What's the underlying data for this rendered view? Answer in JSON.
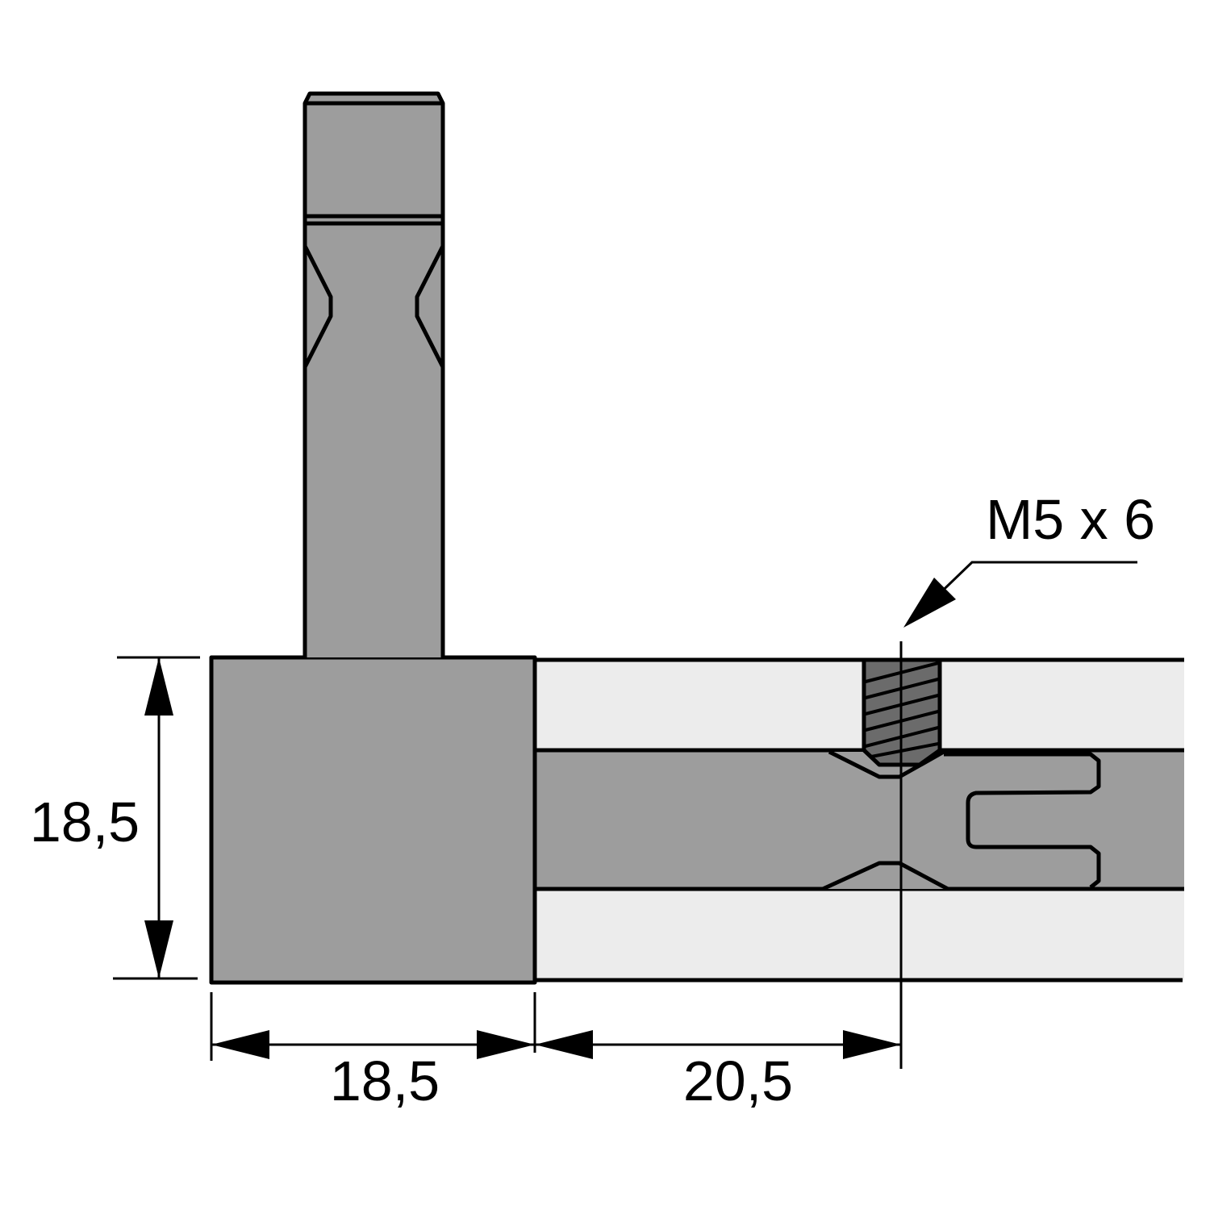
{
  "dimensions": {
    "height_label": "18,5",
    "width_label": "18,5",
    "offset_label": "20,5",
    "thread_label": "M5 x 6"
  },
  "colors": {
    "part_fill": "#9d9d9d",
    "profile_fill": "#ececec",
    "thread_fill": "#6b6b6b",
    "line": "#000000"
  }
}
